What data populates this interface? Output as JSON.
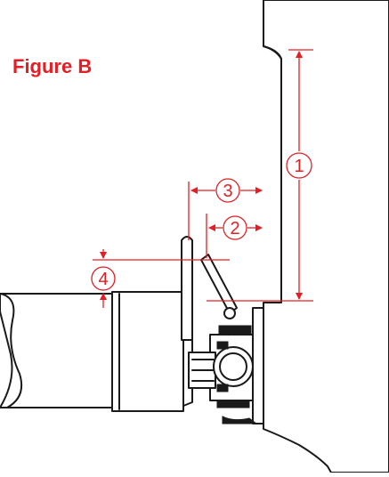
{
  "figure": {
    "title": "Figure B",
    "labels": [
      "1",
      "2",
      "3",
      "4"
    ]
  },
  "colors": {
    "accent": "#e31e24",
    "ink": "#1a1a1a"
  }
}
